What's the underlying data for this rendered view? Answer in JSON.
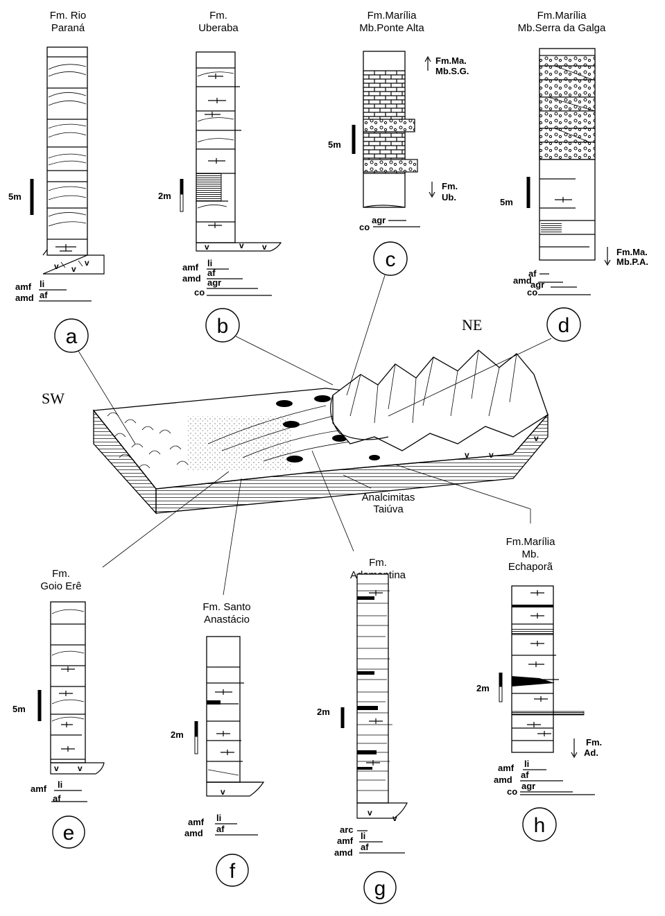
{
  "columns": {
    "a": {
      "letter": "a",
      "title1": "Fm. Rio",
      "title2": "Paraná",
      "scale": "5m",
      "legend": [
        {
          "label": "amf",
          "sub": "li"
        },
        {
          "label": "amd",
          "sub": "af"
        }
      ]
    },
    "b": {
      "letter": "b",
      "title1": "Fm.",
      "title2": "Uberaba",
      "scale": "2m",
      "legend": [
        {
          "label": "amf",
          "sub": "li"
        },
        {
          "label": "",
          "sub": "af"
        },
        {
          "label": "amd",
          "sub": "agr"
        },
        {
          "label": "co",
          "sub": ""
        }
      ]
    },
    "c": {
      "letter": "c",
      "title1": "Fm.Marília",
      "title2": "Mb.Ponte Alta",
      "scale": "5m",
      "top_note1": "Fm.Ma.",
      "top_note2": "Mb.S.G.",
      "bottom_note1": "Fm.",
      "bottom_note2": "Ub.",
      "legend": [
        {
          "label": "agr",
          "sub": ""
        },
        {
          "label": "co",
          "sub": ""
        }
      ]
    },
    "d": {
      "letter": "d",
      "title1": "Fm.Marília",
      "title2": "Mb.Serra da Galga",
      "scale": "5m",
      "bottom_note1": "Fm.Ma.",
      "bottom_note2": "Mb.P.A.",
      "legend": [
        {
          "label": "af",
          "sub": ""
        },
        {
          "label": "amd",
          "sub": ""
        },
        {
          "label": "agr",
          "sub": ""
        },
        {
          "label": "co",
          "sub": ""
        }
      ]
    },
    "e": {
      "letter": "e",
      "title1": "Fm.",
      "title2": "Goio Erê",
      "scale": "5m",
      "legend": [
        {
          "label": "amf",
          "sub": "li"
        },
        {
          "label": "",
          "sub": "af"
        }
      ]
    },
    "f": {
      "letter": "f",
      "title1": "Fm. Santo",
      "title2": "Anastácio",
      "scale": "2m",
      "legend": [
        {
          "label": "amf",
          "sub": "li"
        },
        {
          "label": "amd",
          "sub": "af"
        }
      ]
    },
    "g": {
      "letter": "g",
      "title1": "Fm.",
      "title2": "Adamantina",
      "scale": "2m",
      "legend": [
        {
          "label": "arc",
          "sub": ""
        },
        {
          "label": "amf",
          "sub": "li"
        },
        {
          "label": "amd",
          "sub": "af"
        }
      ]
    },
    "h": {
      "letter": "h",
      "title1": "Fm.Marília",
      "title2": "Mb.",
      "title3": "Echaporã",
      "scale": "2m",
      "bottom_note1": "Fm.",
      "bottom_note2": "Ad.",
      "legend": [
        {
          "label": "amf",
          "sub": "li"
        },
        {
          "label": "amd",
          "sub": "af"
        },
        {
          "label": "",
          "sub": "agr"
        },
        {
          "label": "co",
          "sub": ""
        }
      ]
    }
  },
  "block": {
    "sw_label": "SW",
    "ne_label": "NE",
    "analcime1": "Analcimitas",
    "analcime2": "Taiúva"
  }
}
